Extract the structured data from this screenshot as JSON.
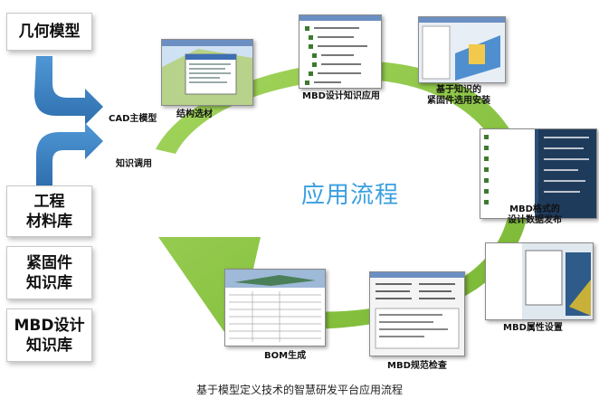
{
  "left_column": {
    "geometry_model": "几何模型",
    "cad_master_model": "CAD主模型",
    "knowledge_call": "知识调用",
    "libraries": [
      {
        "line1": "工程",
        "line2": "材料库"
      },
      {
        "line1": "紧固件",
        "line2": "知识库"
      },
      {
        "line1": "MBD设计",
        "line2": "知识库"
      }
    ]
  },
  "cycle": {
    "center_title": "应用流程",
    "steps": {
      "structure_selection": "结构选材",
      "mbd_design_knowledge": "MBD设计知识应用",
      "fastener_install": "基于知识的\n紧固件选用安装",
      "mbd_format_data": "MBD格式的\n设计数据发布",
      "mbd_attribute": "MBD属性设置",
      "mbd_standard_check": "MBD规范检查",
      "bom_generation": "BOM生成"
    }
  },
  "caption": "基于模型定义技术的智慧研发平台应用流程",
  "colors": {
    "blue_arrow": "#3f86c6",
    "green_ring": "#8ac640",
    "title_blue": "#3a9fe0"
  }
}
